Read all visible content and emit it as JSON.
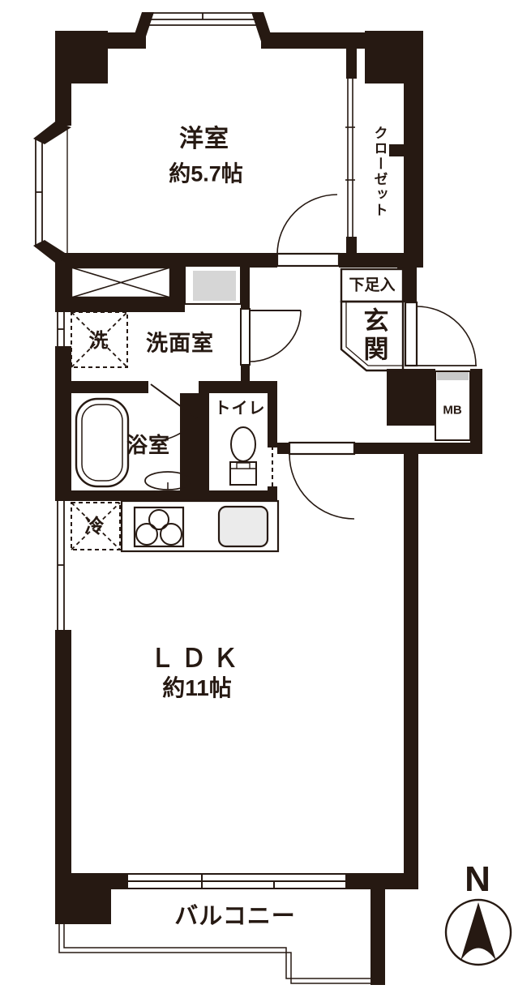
{
  "title": "apartment-floor-plan",
  "colors": {
    "wall": "#261912",
    "line": "#261912",
    "cabinet_gray": "#d6d6d6",
    "sink_gray": "#ebebeb",
    "mb_bar_gray": "#c9c9c9"
  },
  "rooms": {
    "western_room": {
      "name": "洋室",
      "size": "約5.7帖"
    },
    "closet": {
      "name": "クローゼット"
    },
    "shoe_box": {
      "name": "下足入"
    },
    "entrance": {
      "name": "玄関"
    },
    "washroom": {
      "name": "洗面室"
    },
    "washer": {
      "name": "洗"
    },
    "bathroom": {
      "name": "浴室"
    },
    "toilet": {
      "name": "トイレ"
    },
    "fridge": {
      "name": "冷"
    },
    "ldk": {
      "name": "ＬＤＫ",
      "size": "約11帖"
    },
    "balcony": {
      "name": "バルコニー"
    },
    "meter_box": {
      "name": "MB"
    }
  },
  "compass": {
    "label": "N"
  }
}
